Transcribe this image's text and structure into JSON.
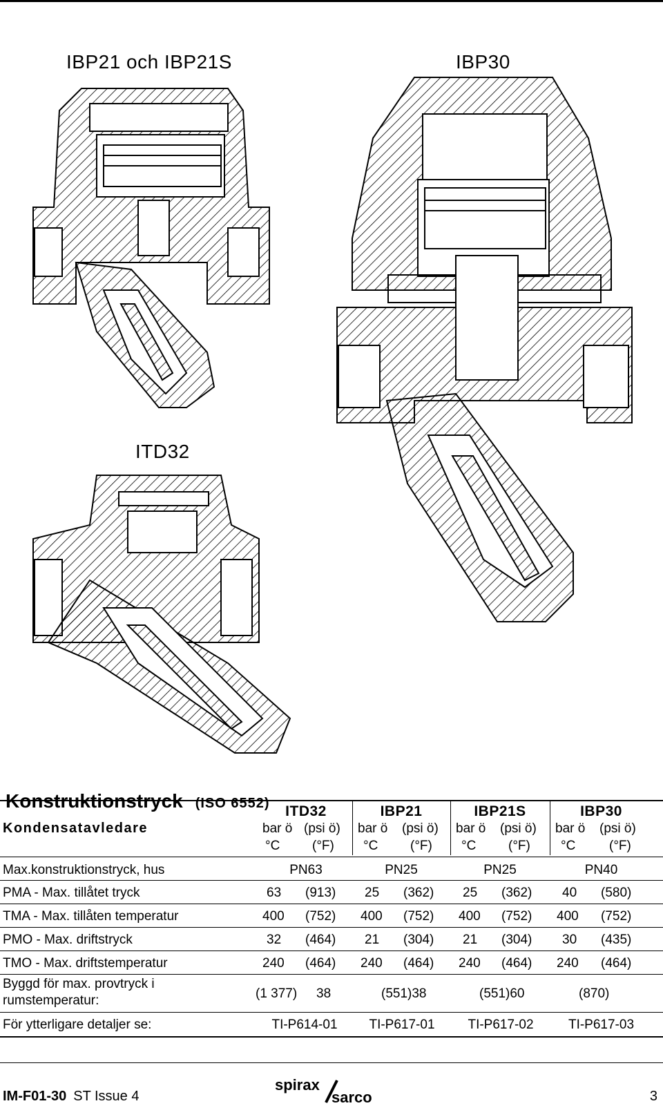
{
  "figure_labels": {
    "ibp21": "IBP21 och IBP21S",
    "ibp30": "IBP30",
    "itd32": "ITD32"
  },
  "section": {
    "title": "Konstruktionstryck",
    "subtitle": "(ISO 6552)"
  },
  "table": {
    "row_header": "Kondensatavledare",
    "models": [
      "ITD32",
      "IBP21",
      "IBP21S",
      "IBP30"
    ],
    "unit_row1": [
      "bar ö",
      "(psi ö)"
    ],
    "unit_row2": [
      "°C",
      "(°F)"
    ],
    "rows": [
      {
        "label": "Max.konstruktionstryck, hus",
        "values": [
          "PN63",
          "PN25",
          "PN25",
          "PN40"
        ]
      },
      {
        "label": "PMA - Max. tillåtet tryck",
        "values": [
          "63",
          "(913)",
          "25",
          "(362)",
          "25",
          "(362)",
          "40",
          "(580)"
        ]
      },
      {
        "label": "TMA - Max. tillåten temperatur",
        "values": [
          "400",
          "(752)",
          "400",
          "(752)",
          "400",
          "(752)",
          "400",
          "(752)"
        ]
      },
      {
        "label": "PMO - Max. driftstryck",
        "values": [
          "32",
          "(464)",
          "21",
          "(304)",
          "21",
          "(304)",
          "30",
          "(435)"
        ]
      },
      {
        "label": "TMO - Max. driftstemperatur",
        "values": [
          "240",
          "(464)",
          "240",
          "(464)",
          "240",
          "(464)",
          "240",
          "(464)"
        ]
      }
    ],
    "test_row": {
      "label_line1": "Byggd för max. provtryck i",
      "label_line2": "rumstemperatur:",
      "values": [
        "(1 377)",
        "38",
        "(551)38",
        "(551)60",
        "(870)"
      ]
    },
    "details_row": {
      "label": "För ytterligare detaljer se:",
      "values": [
        "TI-P614-01",
        "TI-P617-01",
        "TI-P617-02",
        "TI-P617-03"
      ]
    }
  },
  "footer": {
    "doc_id": "IM-F01-30",
    "issue": "ST Issue 4",
    "page": "3",
    "logo_text_1": "spirax",
    "logo_text_2": "sarco"
  }
}
